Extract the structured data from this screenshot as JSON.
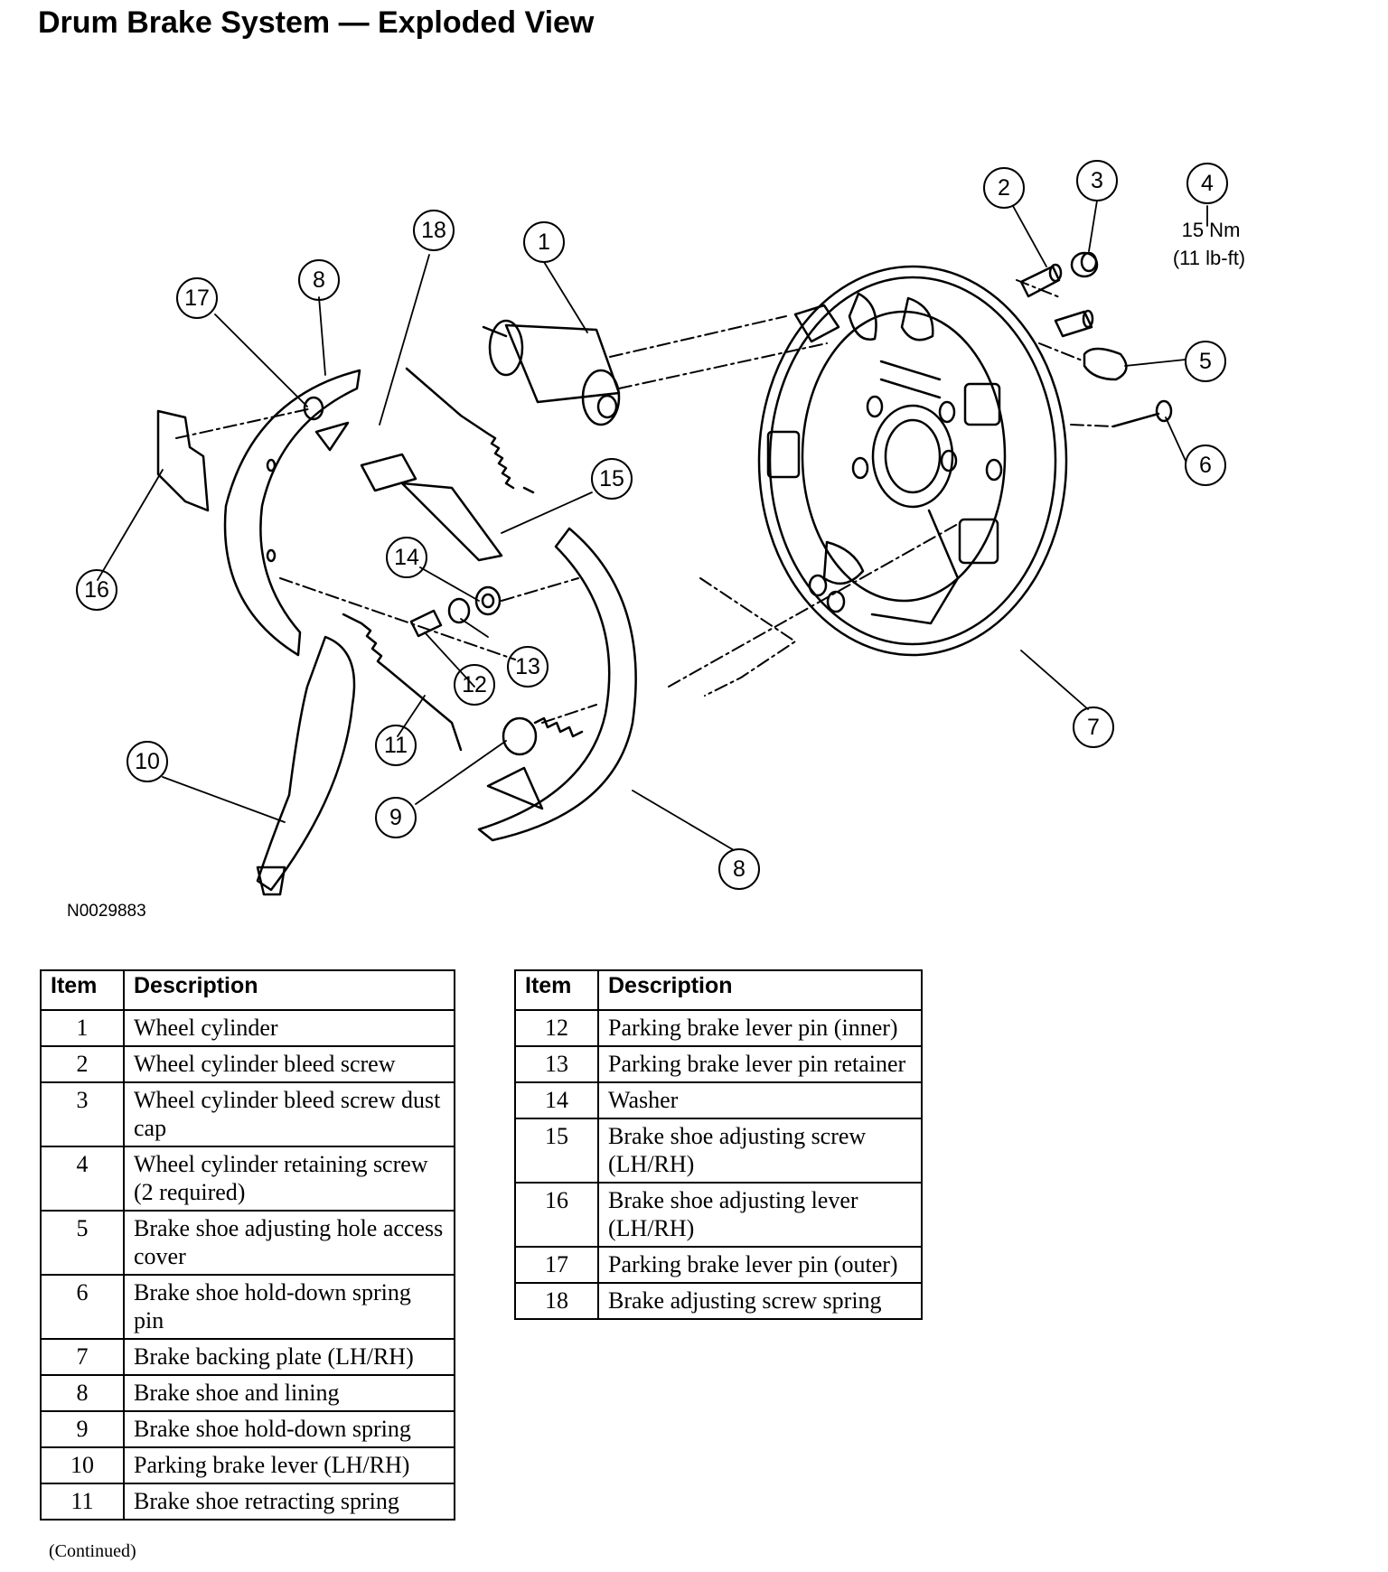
{
  "title": "Drum Brake System — Exploded View",
  "figure_id": "N0029883",
  "callouts": [
    "1",
    "2",
    "3",
    "4",
    "5",
    "6",
    "7",
    "8",
    "9",
    "10",
    "11",
    "12",
    "13",
    "14",
    "15",
    "16",
    "17",
    "18"
  ],
  "torque": {
    "value": "15 Nm",
    "imperial": "(11 lb-ft)"
  },
  "table_headers": {
    "item": "Item",
    "description": "Description"
  },
  "table_left": [
    {
      "item": "1",
      "description": "Wheel cylinder"
    },
    {
      "item": "2",
      "description": "Wheel cylinder bleed screw"
    },
    {
      "item": "3",
      "description": "Wheel cylinder bleed screw dust cap"
    },
    {
      "item": "4",
      "description": "Wheel cylinder retaining screw (2 required)"
    },
    {
      "item": "5",
      "description": "Brake shoe adjusting hole access cover"
    },
    {
      "item": "6",
      "description": "Brake shoe hold-down spring pin"
    },
    {
      "item": "7",
      "description": "Brake backing plate (LH/RH)"
    },
    {
      "item": "8",
      "description": "Brake shoe and lining"
    },
    {
      "item": "9",
      "description": "Brake shoe hold-down spring"
    },
    {
      "item": "10",
      "description": "Parking brake lever (LH/RH)"
    },
    {
      "item": "11",
      "description": "Brake shoe retracting spring"
    }
  ],
  "table_right": [
    {
      "item": "12",
      "description": "Parking brake lever pin (inner)"
    },
    {
      "item": "13",
      "description": "Parking brake lever pin retainer"
    },
    {
      "item": "14",
      "description": "Washer"
    },
    {
      "item": "15",
      "description": "Brake shoe adjusting screw (LH/RH)"
    },
    {
      "item": "16",
      "description": "Brake shoe adjusting lever (LH/RH)"
    },
    {
      "item": "17",
      "description": "Parking brake lever pin (outer)"
    },
    {
      "item": "18",
      "description": "Brake adjusting screw spring"
    }
  ],
  "continued": "(Continued)"
}
